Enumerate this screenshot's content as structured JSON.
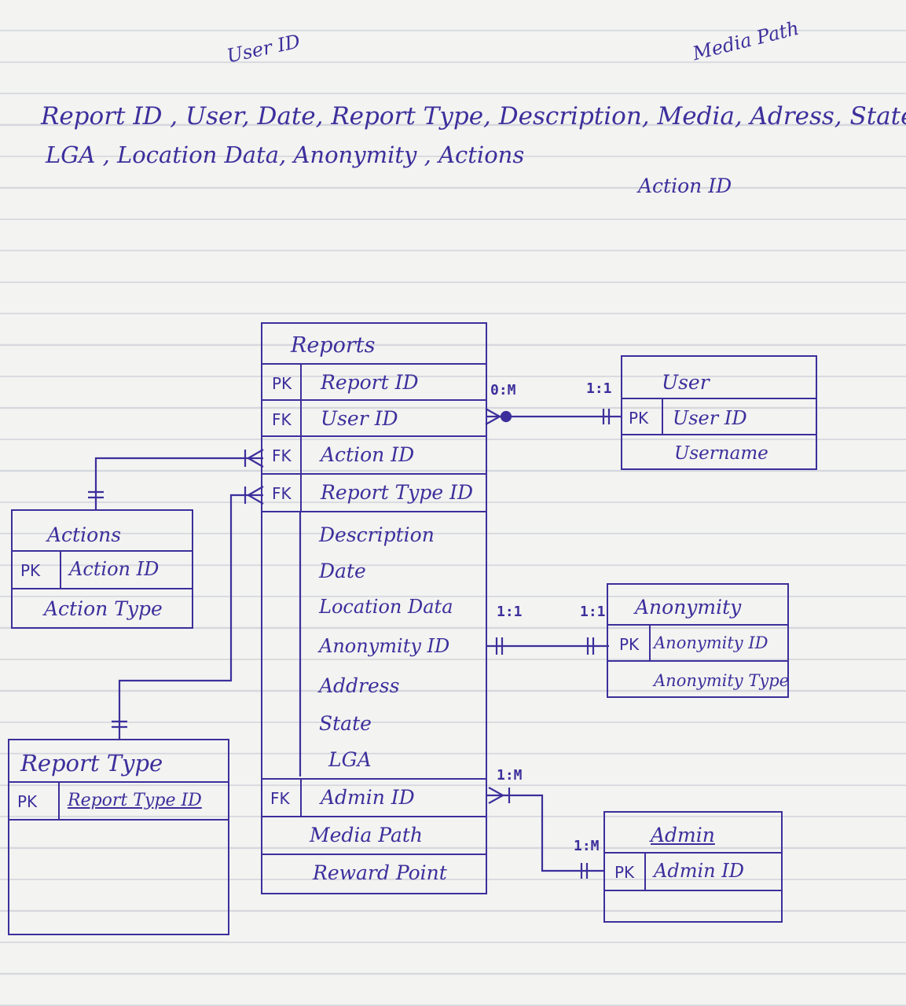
{
  "notes": {
    "line1": "Report ID , User, Date, Report Type, Description, Media, Adress, State,",
    "line2": "LGA , Location Data, Anonymity , Actions",
    "user_id": "User ID",
    "media_path": "Media Path",
    "action_id": "Action ID"
  },
  "reports": {
    "title": "Reports",
    "rows": [
      {
        "key": "PK",
        "field": "Report ID"
      },
      {
        "key": "FK",
        "field": "User ID"
      },
      {
        "key": "FK",
        "field": "Action ID"
      },
      {
        "key": "FK",
        "field": "Report Type ID"
      },
      {
        "key": "",
        "field": "Description"
      },
      {
        "key": "",
        "field": "Date"
      },
      {
        "key": "",
        "field": "Location Data"
      },
      {
        "key": "",
        "field": "Anonymity ID"
      },
      {
        "key": "",
        "field": "Address"
      },
      {
        "key": "",
        "field": "State"
      },
      {
        "key": "",
        "field": "LGA"
      },
      {
        "key": "FK",
        "field": "Admin ID"
      },
      {
        "key": "",
        "field": "Media Path"
      },
      {
        "key": "",
        "field": "Reward Point"
      }
    ]
  },
  "user": {
    "title": "User",
    "pk": "PK",
    "id": "User ID",
    "field": "Username"
  },
  "actions": {
    "title": "Actions",
    "pk": "PK",
    "id": "Action ID",
    "field": "Action Type"
  },
  "anonymity": {
    "title": "Anonymity",
    "pk": "PK",
    "id": "Anonymity ID",
    "field": "Anonymity Type"
  },
  "report_type": {
    "title": "Report Type",
    "pk": "PK",
    "id": "Report Type ID"
  },
  "admin": {
    "title": "Admin",
    "pk": "PK",
    "id": "Admin ID"
  },
  "cardinality": {
    "reports_user": "0:M",
    "user_reports": "1:1",
    "reports_anon": "1:1",
    "anon_reports": "1:1",
    "reports_admin": "1:M",
    "admin_reports": "1:M"
  },
  "ink_color": "#3c2f9c"
}
